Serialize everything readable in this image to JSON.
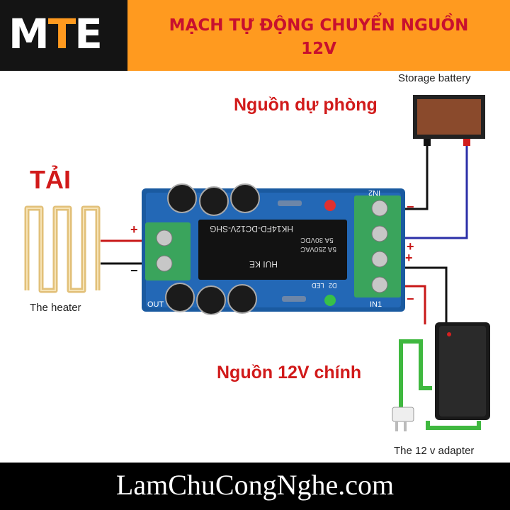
{
  "header": {
    "logo": {
      "part1": "M",
      "part2": "T",
      "part3": "E"
    },
    "title_line1": "MẠCH TỰ ĐỘNG CHUYỂN NGUỒN",
    "title_line2": "12V",
    "background_color": "#ff9a1f"
  },
  "labels": {
    "load": "TẢI",
    "backup_source": "Nguồn dự phòng",
    "main_source": "Nguồn 12V chính",
    "storage_battery": "Storage battery",
    "heater": "The heater",
    "adapter": "The 12 v adapter"
  },
  "board": {
    "relay_model": "HK14FD-DC12V-SHG",
    "relay_brand": "HUI KE",
    "relay_rating_1": "5A 250VAC",
    "relay_rating_2": "5A 30VDC",
    "in1": "IN1",
    "in2": "IN2",
    "out": "OUT",
    "d2": "D2",
    "led": "LED"
  },
  "polarity": {
    "minus": "−",
    "plus": "+"
  },
  "footer": {
    "website": "LamChuCongNghe.com"
  }
}
